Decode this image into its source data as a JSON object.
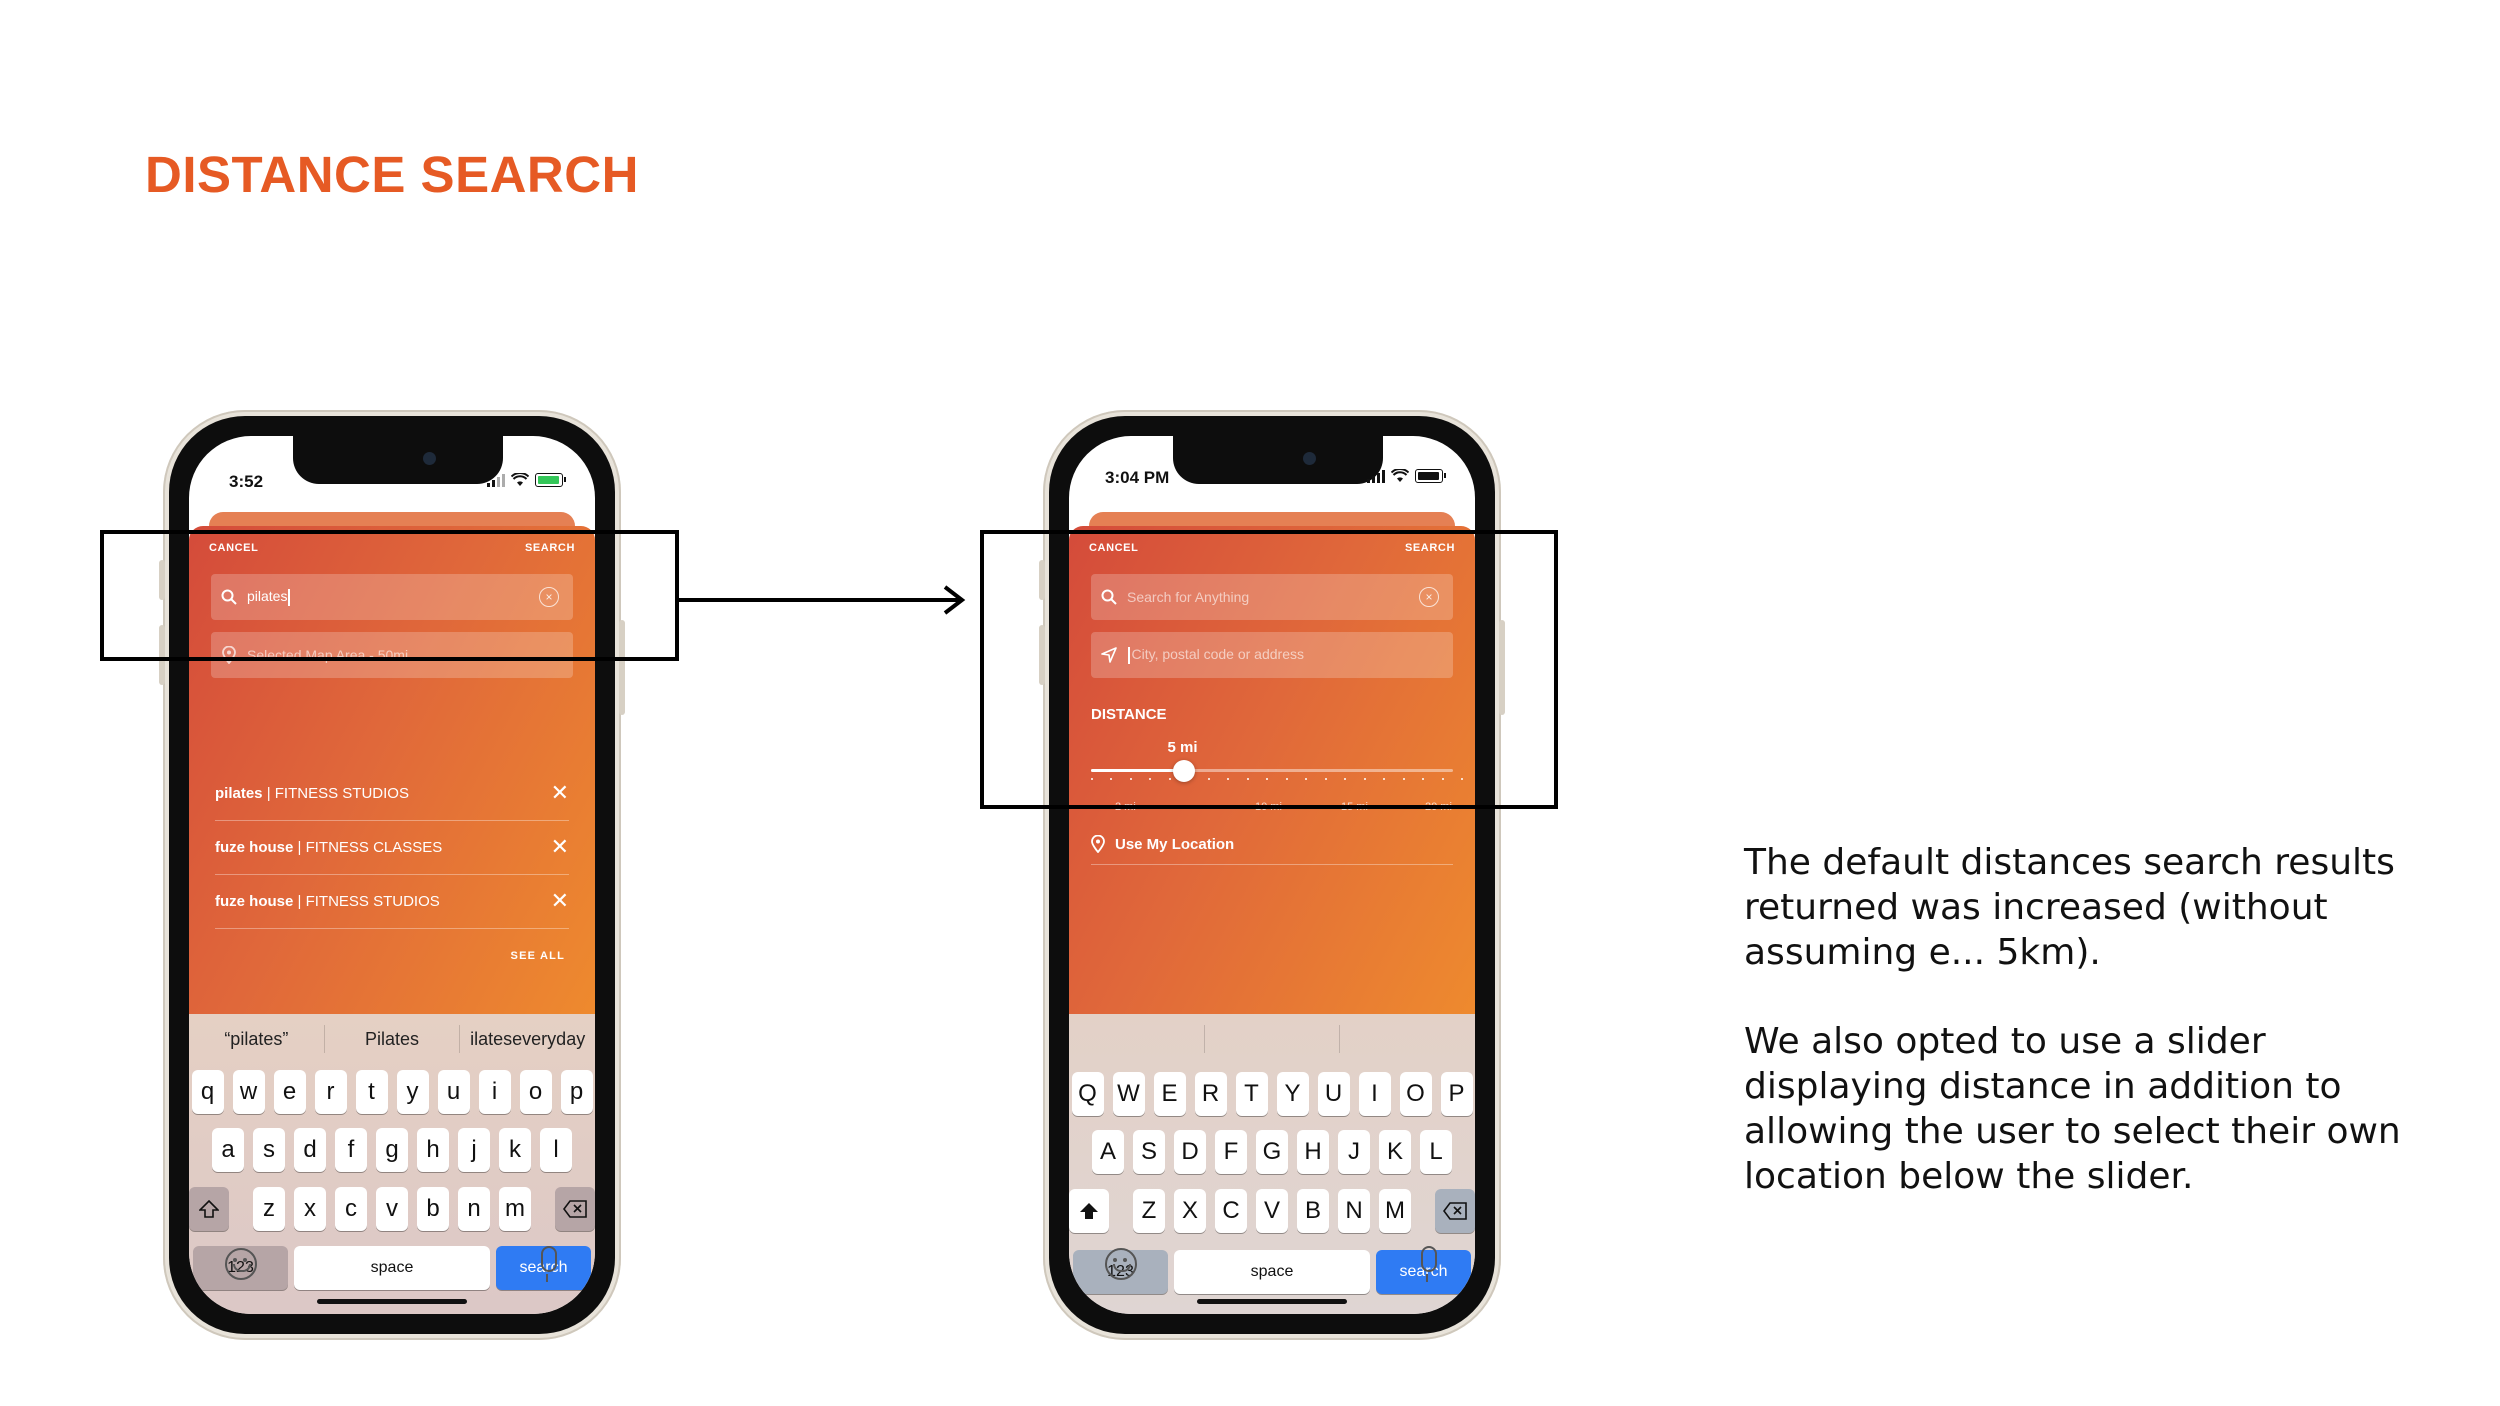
{
  "page": {
    "title": "DISTANCE SEARCH",
    "description": [
      "The default distances search results returned was increased (without assuming e... 5km).",
      "We also opted to use a slider displaying distance in addition to allowing the user to select their own location below the slider."
    ]
  },
  "colors": {
    "accent": "#e65a24",
    "gradient_start": "#d44b3a",
    "gradient_end": "#ee8a2e",
    "search_key": "#2f7bf3"
  },
  "phone_before": {
    "status_time": "3:52",
    "cancel": "CANCEL",
    "search": "SEARCH",
    "query_value": "pilates",
    "location_placeholder": "Selected Map Area - 50mi",
    "suggestions": [
      {
        "bold": "pilates",
        "rest": " | FITNESS STUDIOS"
      },
      {
        "bold": "fuze house",
        "rest": " | FITNESS CLASSES"
      },
      {
        "bold": "fuze house",
        "rest": " | FITNESS STUDIOS"
      }
    ],
    "see_all": "SEE ALL",
    "predictions": [
      "“pilates”",
      "Pilates",
      "ilateseveryday"
    ],
    "keys": {
      "row1": [
        "q",
        "w",
        "e",
        "r",
        "t",
        "y",
        "u",
        "i",
        "o",
        "p"
      ],
      "row2": [
        "a",
        "s",
        "d",
        "f",
        "g",
        "h",
        "j",
        "k",
        "l"
      ],
      "row3": [
        "z",
        "x",
        "c",
        "v",
        "b",
        "n",
        "m"
      ],
      "num": "123",
      "space": "space",
      "search": "search"
    }
  },
  "phone_after": {
    "status_time": "3:04 PM",
    "cancel": "CANCEL",
    "search": "SEARCH",
    "query_placeholder": "Search for Anything",
    "location_placeholder": "City, postal code or address",
    "distance_label": "DISTANCE",
    "distance_value": "5 mi",
    "slider_fraction": 0.25,
    "tick_labels": [
      "2 mi",
      "10 mi",
      "15 mi",
      "20 mi"
    ],
    "use_my_location": "Use My Location",
    "keys": {
      "row1": [
        "Q",
        "W",
        "E",
        "R",
        "T",
        "Y",
        "U",
        "I",
        "O",
        "P"
      ],
      "row2": [
        "A",
        "S",
        "D",
        "F",
        "G",
        "H",
        "J",
        "K",
        "L"
      ],
      "row3": [
        "Z",
        "X",
        "C",
        "V",
        "B",
        "N",
        "M"
      ],
      "num": "123",
      "space": "space",
      "search": "search"
    }
  },
  "icons": [
    "search-icon",
    "clear-icon",
    "location-pin-icon",
    "navigation-arrow-icon",
    "close-icon",
    "shift-icon",
    "delete-icon",
    "emoji-icon",
    "microphone-icon",
    "arrow-right-icon"
  ]
}
